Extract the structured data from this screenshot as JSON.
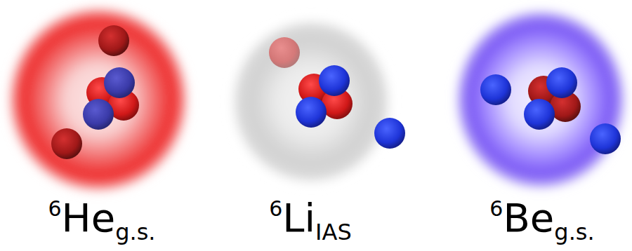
{
  "diagram": {
    "labels": [
      "6",
      "He",
      "g.s.",
      "6",
      "Li",
      "IAS",
      "6",
      "Be",
      "g.s."
    ]
  }
}
